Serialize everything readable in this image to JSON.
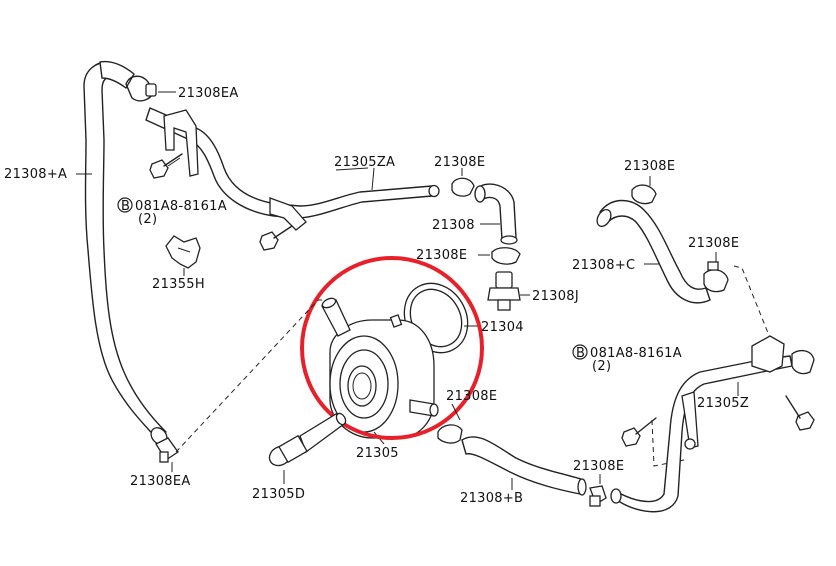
{
  "parts": {
    "hose_a": "21308+A",
    "clamp_ea_top": "21308EA",
    "bolt_b_left": "081A8-8161A",
    "bolt_b_left_qty": "(2)",
    "bracket_h": "21355H",
    "pipe_za": "21305ZA",
    "clamp_e_1": "21308E",
    "hose_21308": "21308",
    "clamp_e_2": "21308E",
    "connector_j": "21308J",
    "gasket": "21304",
    "clamp_e_3": "21308E",
    "cooler": "21305",
    "connector_d": "21305D",
    "clamp_ea_bottom": "21308EA",
    "hose_b": "21308+B",
    "clamp_e_4": "21308E",
    "clamp_e_5": "21308E",
    "hose_c": "21308+C",
    "clamp_e_6": "21308E",
    "bolt_b_right": "081A8-8161A",
    "bolt_b_right_qty": "(2)",
    "pipe_z": "21305Z"
  },
  "bolt_symbol": "B",
  "colors": {
    "highlight": "#e8202a",
    "line": "#222222"
  }
}
